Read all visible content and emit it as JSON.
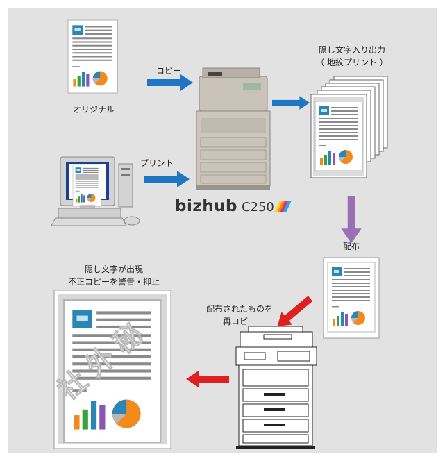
{
  "labels": {
    "original": "オリジナル",
    "copy": "コピー",
    "print": "プリント",
    "output_line1": "隠し文字入り出力",
    "output_line2": "（ 地紋プリント ）",
    "distribution": "配布",
    "recopy_line1": "配布されたものを",
    "recopy_line2": "再コピー",
    "result_line1": "隠し文字が出現",
    "result_line2": "不正コピーを警告・抑止"
  },
  "brand": {
    "name": "bizhub",
    "model": "C250"
  },
  "hidden_text": "社外秘",
  "colors": {
    "background": "#e2e2e2",
    "arrow_blue": "#1f77c4",
    "arrow_purple": "#9b6fb3",
    "arrow_red": "#e02020",
    "brand_stripes": [
      "#ffd21e",
      "#ff8a00",
      "#e8258a",
      "#27a9e1"
    ]
  }
}
